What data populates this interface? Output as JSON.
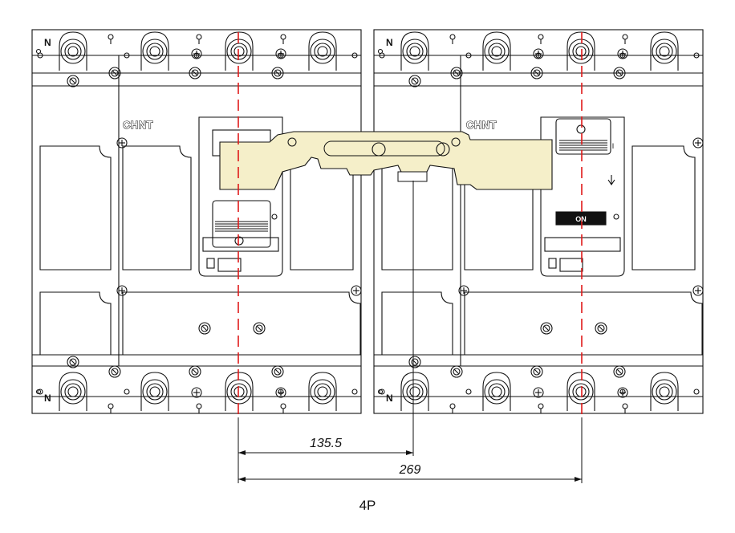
{
  "diagram": {
    "brand_label": "CHNT",
    "neutral_label": "N",
    "switch_on_label": "ON",
    "switch_i_label": "I",
    "dimension_short": "135.5",
    "dimension_long": "269",
    "caption": "4P",
    "colors": {
      "line": "#111111",
      "centerline": "#e01a1a",
      "interlock_fill": "#f5efc9"
    }
  }
}
